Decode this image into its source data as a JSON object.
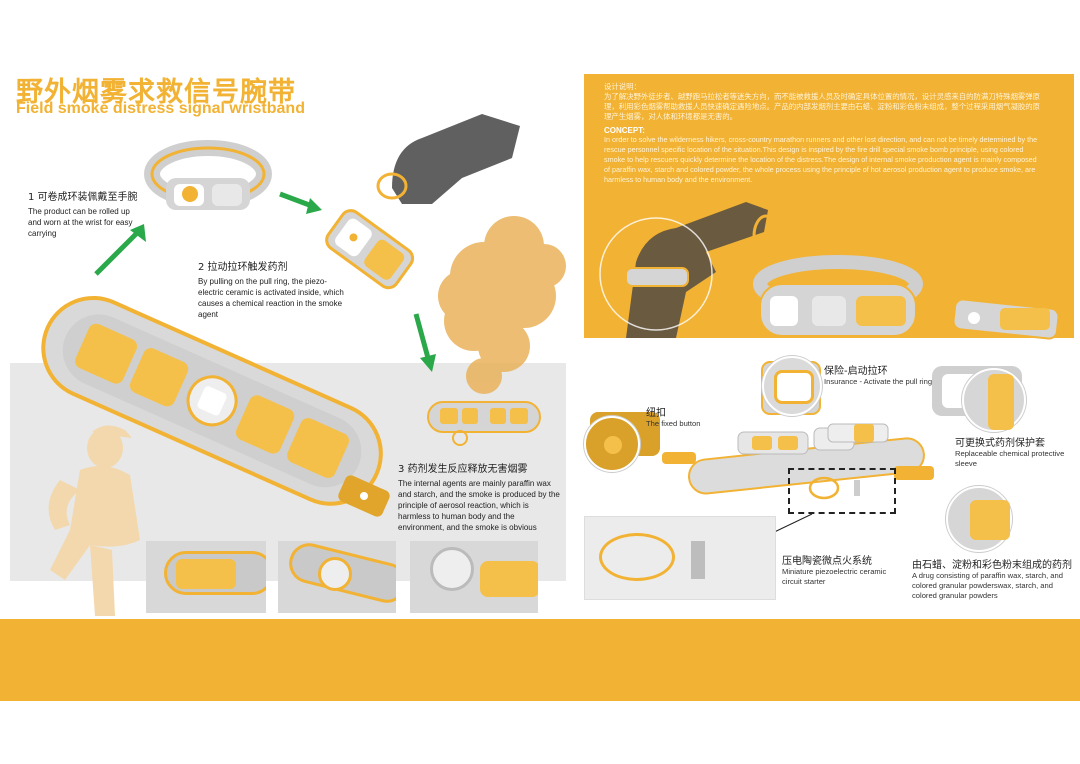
{
  "title": {
    "zh": "野外烟雾求救信号腕带",
    "en": "Field smoke distress signal wristband"
  },
  "steps": [
    {
      "zh": "1 可卷成环装佩戴至手腕",
      "en": "The product can be rolled up and worn at the wrist for easy carrying"
    },
    {
      "zh": "2 拉动拉环触发药剂",
      "en": "By pulling on the pull ring, the piezo-electric ceramic is activated inside, which causes a chemical reaction in the smoke agent"
    },
    {
      "zh": "3 药剂发生反应释放无害烟雾",
      "en": "The internal agents are mainly paraffin wax and starch, and the smoke is produced by the principle of aerosol reaction, which is harmless to human body and the environment, and the smoke is obvious"
    }
  ],
  "concept": {
    "zh_head": "设计说明：",
    "zh_body": "为了解决野外徒步者、越野跑马拉松者等迷失方向，而不能被救援人员及时确定具体位置的情况，设计灵感来自的防满刀特殊烟雾弹原理，利用彩色烟雾帮助救援人员快速确定遇险地点。产品的内部发烟剂主要由石蜡、淀粉和彩色粉末组成，整个过程采用烟气凝胶的原理产生烟雾，对人体和环境都是无害的。",
    "en_head": "CONCEPT:",
    "en_body": "In order to solve the wilderness hikers, cross-country marathon runners and other lost direction, and can not be timely determined by the rescue personnel specific location of the situation.This design is inspired by the fire drill special smoke bomb principle, using colored smoke to help rescuers quickly determine the location of the distress.The design of internal smoke production agent is mainly composed of paraffin wax, starch and colored powder, the whole process using the principle of hot aerosol production agent to produce smoke, are harmless to human body and the environment."
  },
  "callouts": {
    "insurance": {
      "zh": "保险-启动拉环",
      "en": "Insurance - Activate the pull ring"
    },
    "button": {
      "zh": "纽扣",
      "en": "The fixed button"
    },
    "sleeve": {
      "zh": "可更换式药剂保护套",
      "en": "Replaceable chemical protective sleeve"
    },
    "piezo": {
      "zh": "压电陶瓷微点火系统",
      "en": "Miniature piezoelectric ceramic circuit starter"
    },
    "drug": {
      "zh": "由石蜡、淀粉和彩色粉末组成的药剂",
      "en": "A drug consisting of paraffin wax, starch, and colored granular powderswax, starch, and colored granular powders"
    }
  },
  "colors": {
    "accent": "#f2b233",
    "panel_gray": "#e9e9e9",
    "arrow": "#2aa84a"
  }
}
